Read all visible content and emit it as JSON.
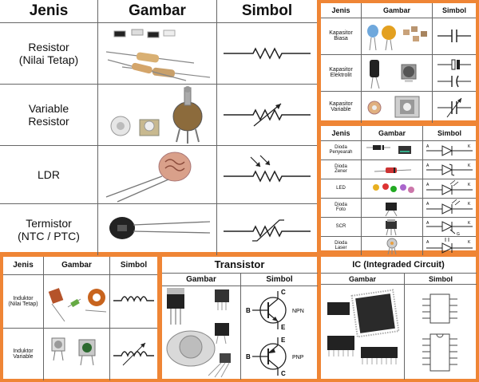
{
  "p1": {
    "headers": [
      "Jenis",
      "Gambar",
      "Simbol"
    ],
    "rows": [
      {
        "name": "Resistor\n(Nilai Tetap)"
      },
      {
        "name": "Variable\nResistor"
      },
      {
        "name": "LDR"
      },
      {
        "name": "Termistor\n(NTC / PTC)"
      }
    ]
  },
  "p2": {
    "headers": [
      "Jenis",
      "Gambar",
      "Simbol"
    ],
    "rows": [
      {
        "name": "Kapasitor\nBiasa"
      },
      {
        "name": "Kapasitor\nElektrolit"
      },
      {
        "name": "Kapasitor\nVariable"
      }
    ]
  },
  "p3": {
    "headers": [
      "Jenis",
      "Gambar",
      "Simbol"
    ],
    "rows": [
      {
        "name": "Dioda\nPenyearah"
      },
      {
        "name": "Dioda\nZener"
      },
      {
        "name": "LED"
      },
      {
        "name": "Dioda\nFoto"
      },
      {
        "name": "SCR"
      },
      {
        "name": "Dioda\nLaser"
      }
    ],
    "pin_a": "A",
    "pin_k": "K",
    "pin_g": "G"
  },
  "p4": {
    "headers": [
      "Jenis",
      "Gambar",
      "Simbol"
    ],
    "rows": [
      {
        "name": "Induktor\n(Nilai Tetap)"
      },
      {
        "name": "Induktor\nVariable"
      }
    ]
  },
  "p5": {
    "title": "Transistor",
    "headers": [
      "Gambar",
      "Simbol"
    ],
    "npn": "NPN",
    "pnp": "PNP",
    "b": "B",
    "c": "C",
    "e": "E"
  },
  "p6": {
    "title": "IC (Integraded Circuit)",
    "headers": [
      "Gambar",
      "Simbol"
    ]
  },
  "colors": {
    "frame": "#ef8535",
    "line": "#666666"
  }
}
